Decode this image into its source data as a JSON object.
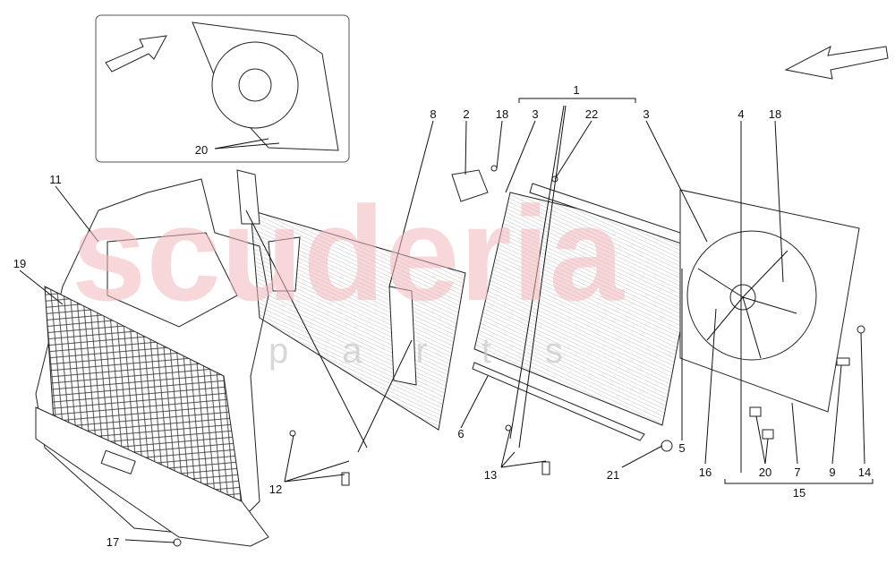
{
  "watermark": {
    "main": "scuderia",
    "sub": "parts"
  },
  "callouts": {
    "c1": "1",
    "c2": "2",
    "c18a": "18",
    "c3a": "3",
    "c22": "22",
    "c3b": "3",
    "c4": "4",
    "c18b": "18",
    "c8": "8",
    "c11": "11",
    "c19": "19",
    "c20inset": "20",
    "c6": "6",
    "c5": "5",
    "c13": "13",
    "c21": "21",
    "c16": "16",
    "c20": "20",
    "c7": "7",
    "c9": "9",
    "c14": "14",
    "c15": "15",
    "c12": "12",
    "c17": "17"
  }
}
